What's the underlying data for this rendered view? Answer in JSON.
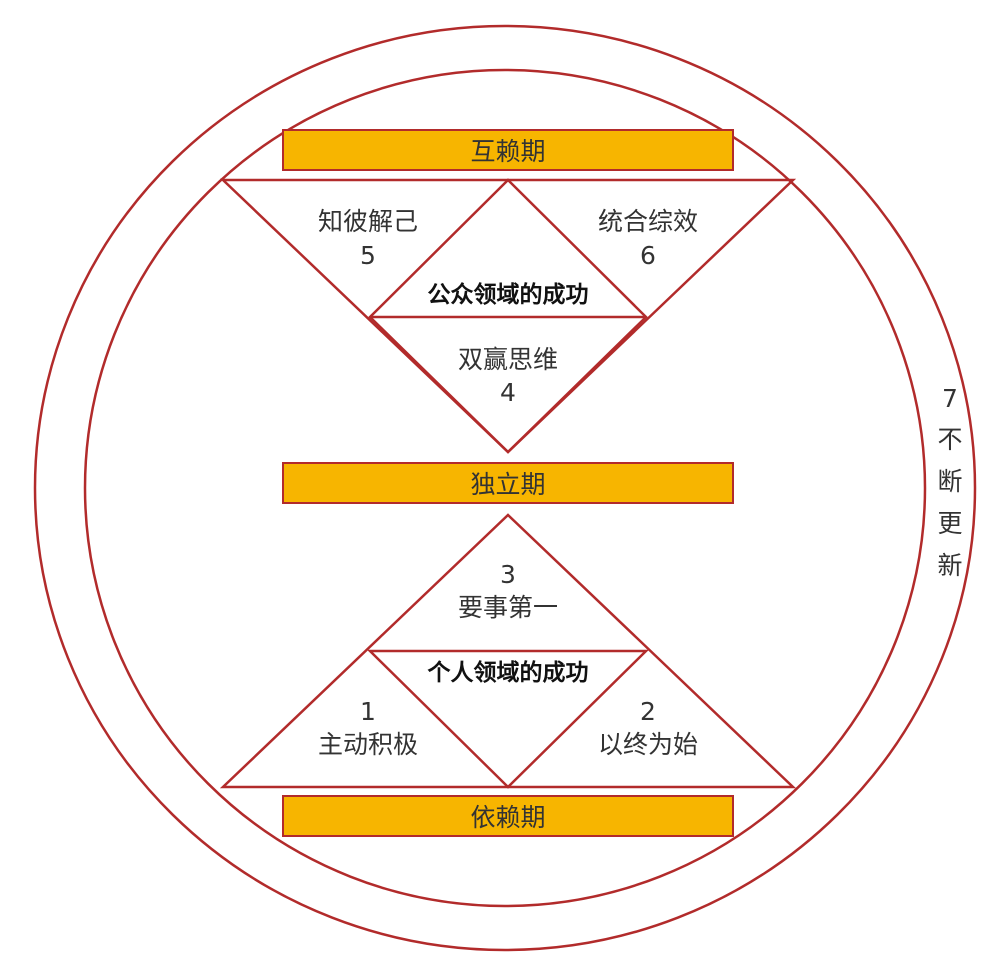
{
  "colors": {
    "line": "#b22b2b",
    "bar_fill": "#f7b500",
    "bar_stroke": "#b22b2b",
    "text": "#333333"
  },
  "stages": {
    "interdependence": "互赖期",
    "independence": "独立期",
    "dependence": "依赖期"
  },
  "public_victory": {
    "label": "公众领域的成功",
    "habits": [
      {
        "number": "5",
        "name": "知彼解己"
      },
      {
        "number": "6",
        "name": "统合综效"
      },
      {
        "number": "4",
        "name": "双赢思维"
      }
    ]
  },
  "private_victory": {
    "label": "个人领域的成功",
    "habits": [
      {
        "number": "3",
        "name": "要事第一"
      },
      {
        "number": "1",
        "name": "主动积极"
      },
      {
        "number": "2",
        "name": "以终为始"
      }
    ]
  },
  "renewal": {
    "number": "7",
    "chars": [
      "不",
      "断",
      "更",
      "新"
    ]
  }
}
